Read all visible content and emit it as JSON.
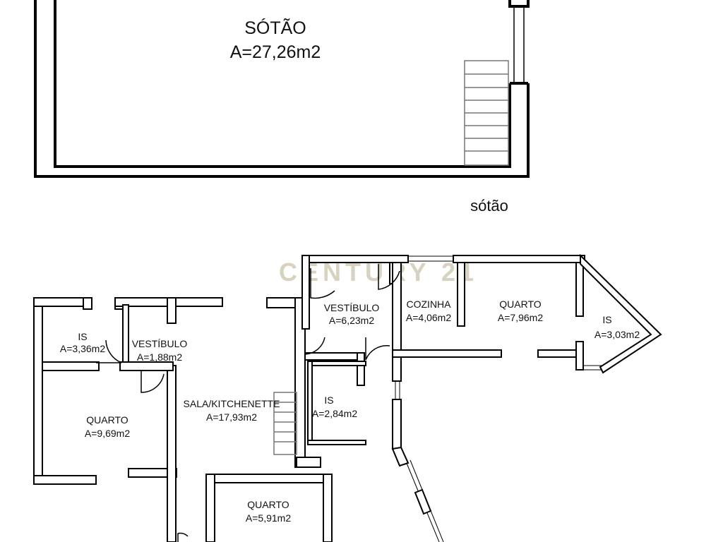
{
  "watermark": {
    "text": "CENTURY 21",
    "color": "#d8d2c0"
  },
  "colors": {
    "wall": "#000000",
    "wall_fill": "#ffffff",
    "stair": "#777777"
  },
  "attic": {
    "name": "SÓTÃO",
    "area": "A=27,26m2",
    "caption": "sótão"
  },
  "rooms": {
    "is_1": {
      "name": "IS",
      "area": "A=3,36m2"
    },
    "vestibulo_1": {
      "name": "VESTÍBULO",
      "area": "A=1,88m2"
    },
    "quarto_1": {
      "name": "QUARTO",
      "area": "A=9,69m2"
    },
    "sala": {
      "name": "SALA/KITCHENETTE",
      "area": "A=17,93m2"
    },
    "quarto_2": {
      "name": "QUARTO",
      "area": "A=5,91m2"
    },
    "vestibulo_2": {
      "name": "VESTÍBULO",
      "area": "A=6,23m2"
    },
    "is_2": {
      "name": "IS",
      "area": "A=2,84m2"
    },
    "cozinha": {
      "name": "COZINHA",
      "area": "A=4,06m2"
    },
    "quarto_3": {
      "name": "QUARTO",
      "area": "A=7,96m2"
    },
    "is_3": {
      "name": "IS",
      "area": "A=3,03m2"
    }
  }
}
